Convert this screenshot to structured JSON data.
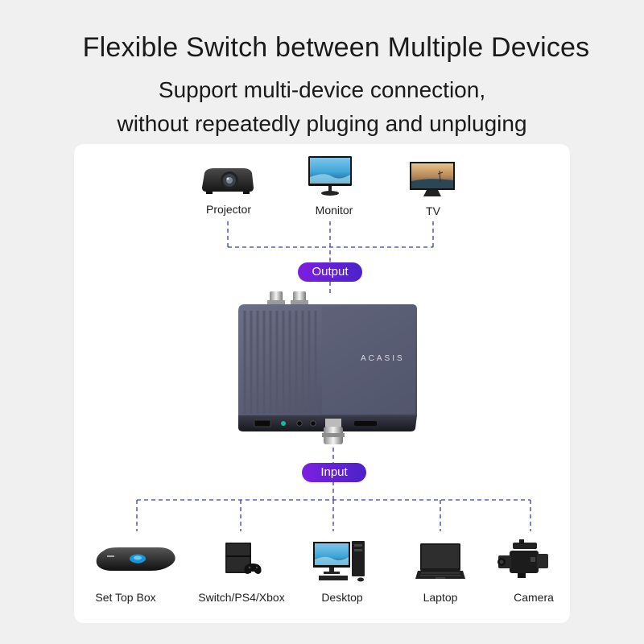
{
  "header": {
    "title": "Flexible Switch between Multiple Devices",
    "subtitle_line1": "Support multi-device connection,",
    "subtitle_line2": "without repeatedly pluging and unpluging"
  },
  "output": {
    "label": "Output",
    "devices": [
      {
        "label": "Projector",
        "icon": "projector-icon"
      },
      {
        "label": "Monitor",
        "icon": "monitor-icon"
      },
      {
        "label": "TV",
        "icon": "tv-icon"
      }
    ]
  },
  "input": {
    "label": "Input",
    "devices": [
      {
        "label": "Set Top Box",
        "icon": "set-top-box-icon"
      },
      {
        "label": "Switch/PS4/Xbox",
        "icon": "game-console-icon"
      },
      {
        "label": "Desktop",
        "icon": "desktop-icon"
      },
      {
        "label": "Laptop",
        "icon": "laptop-icon"
      },
      {
        "label": "Camera",
        "icon": "camera-icon"
      }
    ]
  },
  "device": {
    "brand": "ACASIS"
  },
  "colors": {
    "connector_line": "#3b3bb8",
    "pill_gradient_start": "#7d1fe0",
    "pill_gradient_end": "#4b23c9"
  }
}
